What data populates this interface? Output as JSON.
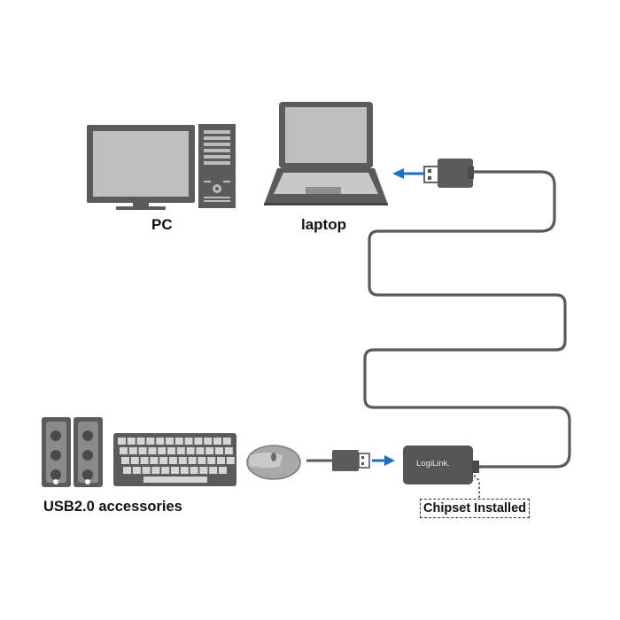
{
  "labels": {
    "pc": "PC",
    "laptop": "laptop",
    "accessories": "USB2.0 accessories",
    "chipset": "Chipset Installed",
    "brand": "LogiLink."
  },
  "colors": {
    "device_dark": "#5b5b5b",
    "device_mid": "#8f8f8f",
    "device_light": "#c8c8c8",
    "screen": "#bfbfbf",
    "cable": "#5a5a5a",
    "arrow_blue": "#1f6fc4",
    "text": "#111111"
  },
  "icons": [
    "desktop-monitor-icon",
    "pc-tower-icon",
    "laptop-icon",
    "speaker-icon",
    "keyboard-icon",
    "mouse-icon",
    "usb-plug-icon",
    "hub-box-icon",
    "arrow-icon"
  ]
}
